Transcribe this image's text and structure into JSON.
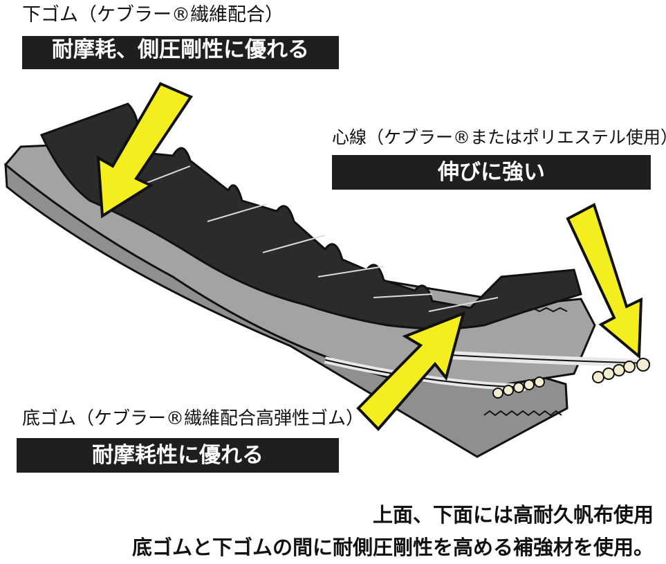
{
  "top_rubber": {
    "label": "下ゴム（ケブラー®繊維配合）",
    "feature": "耐摩耗、側圧剛性に優れる"
  },
  "core_wire": {
    "label": "心線（ケブラー®またはポリエステル使用）",
    "feature": "伸びに強い"
  },
  "bottom_rubber": {
    "label": "底ゴム（ケブラー®繊維配合高弾性ゴム）",
    "feature": "耐摩耗性に優れる"
  },
  "notes": [
    "上面、下面には高耐久帆布使用",
    "底ゴムと下ゴムの間に耐側圧剛性を高める補強材を使用。"
  ],
  "colors": {
    "arrow": "#f5ee1e",
    "belt_gray": "#9a9a9a",
    "belt_dark": "#2b2b2b",
    "label_bg": "#1f1f1f"
  }
}
